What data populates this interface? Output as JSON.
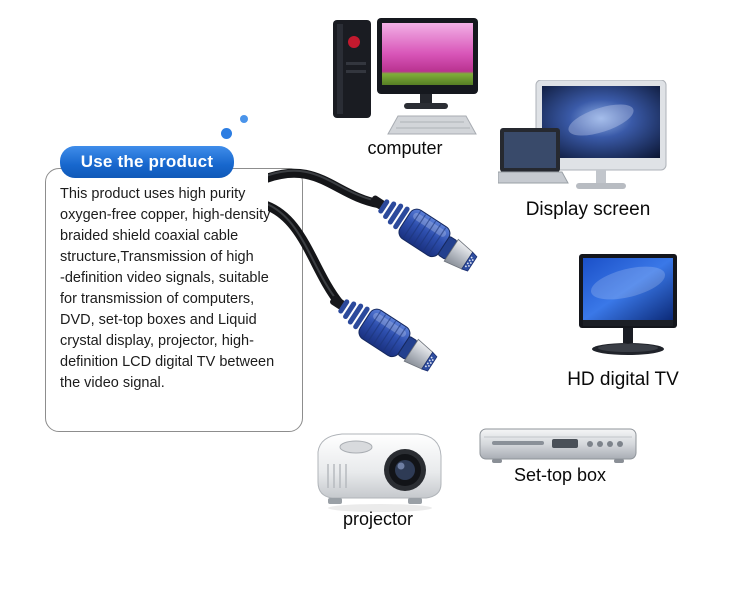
{
  "badge": {
    "label": "Use the product"
  },
  "description": "This product uses high purity\noxygen-free copper, high-density\nbraided shield coaxial cable\nstructure,Transmission of high\n-definition video signals, suitable\nfor transmission of computers,\nDVD, set-top boxes and Liquid\ncrystal display, projector, high-\ndefinition LCD digital TV between\nthe video signal.",
  "devices": {
    "computer": {
      "label": "computer"
    },
    "display_screen": {
      "label": "Display screen"
    },
    "hd_tv": {
      "label": "HD digital TV"
    },
    "set_top_box": {
      "label": "Set-top box"
    },
    "projector": {
      "label": "projector"
    }
  },
  "colors": {
    "badge_blue": "#1767cd",
    "accent_dot_blue": "#2c7de2",
    "connector_blue": "#2e4fae",
    "tv_screen_blue": "#2a6ae0",
    "text_dark": "#1c1c1c"
  }
}
